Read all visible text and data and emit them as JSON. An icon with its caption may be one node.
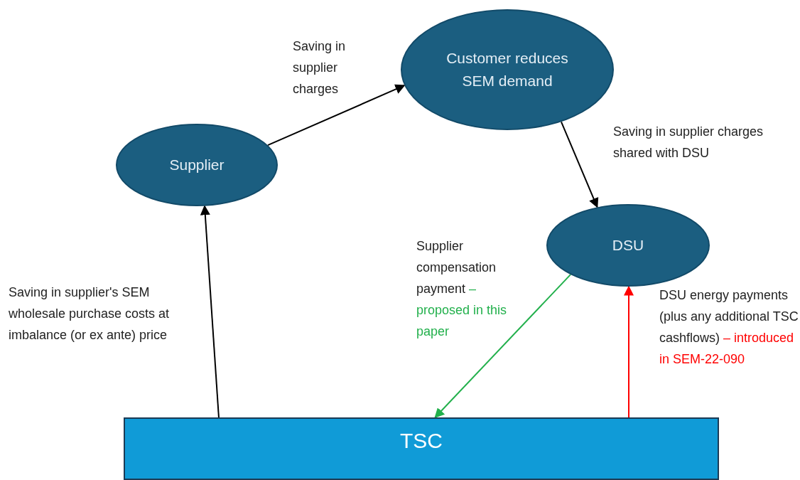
{
  "diagram": {
    "nodes": [
      {
        "text": [
          "Supplier"
        ]
      },
      {
        "text": [
          "Customer reduces SEM demand"
        ]
      },
      {
        "text": [
          "DSU"
        ]
      },
      {
        "text": [
          "TSC"
        ]
      }
    ],
    "edges": [
      {
        "from": 0,
        "to": 1,
        "arrow": "to",
        "label": "Saving in supplier charges"
      },
      {
        "from": 1,
        "to": 2,
        "arrow": "to",
        "label": "Saving in supplier charges shared with DSU"
      },
      {
        "from": 3,
        "to": 0,
        "arrow": "to",
        "label": "Saving in supplier's SEM wholesale purchase costs at imbalance (or ex ante) price"
      },
      {
        "from": 2,
        "to": 3,
        "arrow": "to",
        "label": "Supplier compensation payment",
        "color": "#22b04c"
      },
      {
        "from": 3,
        "to": 2,
        "arrow": "to",
        "label": "DSU energy payments (plus any additional TSC cashflows)",
        "color": "#ff0000"
      }
    ],
    "labels": [
      "– proposed in this paper",
      "– introduced in SEM-22-090"
    ]
  }
}
